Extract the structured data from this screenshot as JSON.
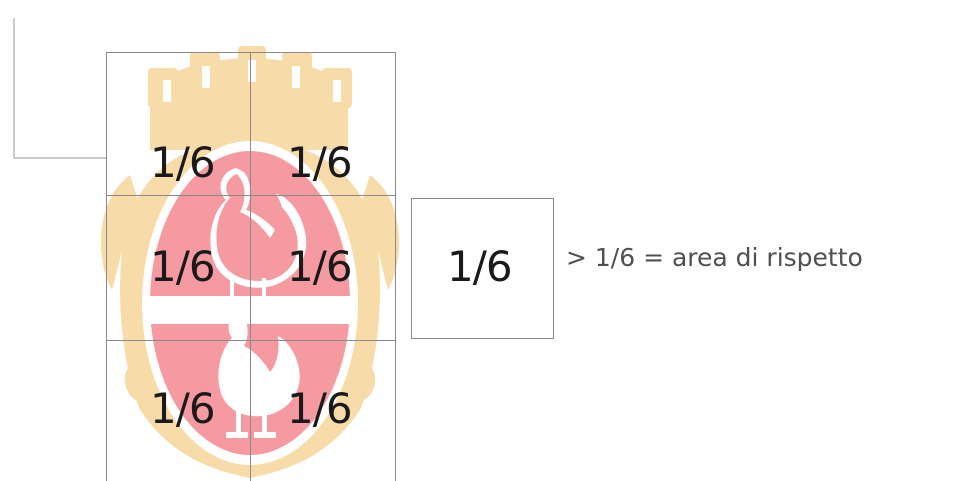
{
  "cells": [
    {
      "label": "1/6"
    },
    {
      "label": "1/6"
    },
    {
      "label": "1/6"
    },
    {
      "label": "1/6"
    },
    {
      "label": "1/6"
    },
    {
      "label": "1/6"
    }
  ],
  "reference": {
    "label": "1/6"
  },
  "legend": {
    "text": "> 1/6 = area di rispetto"
  },
  "colors": {
    "crest_gold": "#f7dcaa",
    "crest_red": "#f59aa0",
    "grid_lines": "#9a9a9a",
    "text": "#1a1a1a",
    "legend_text": "#505050"
  }
}
